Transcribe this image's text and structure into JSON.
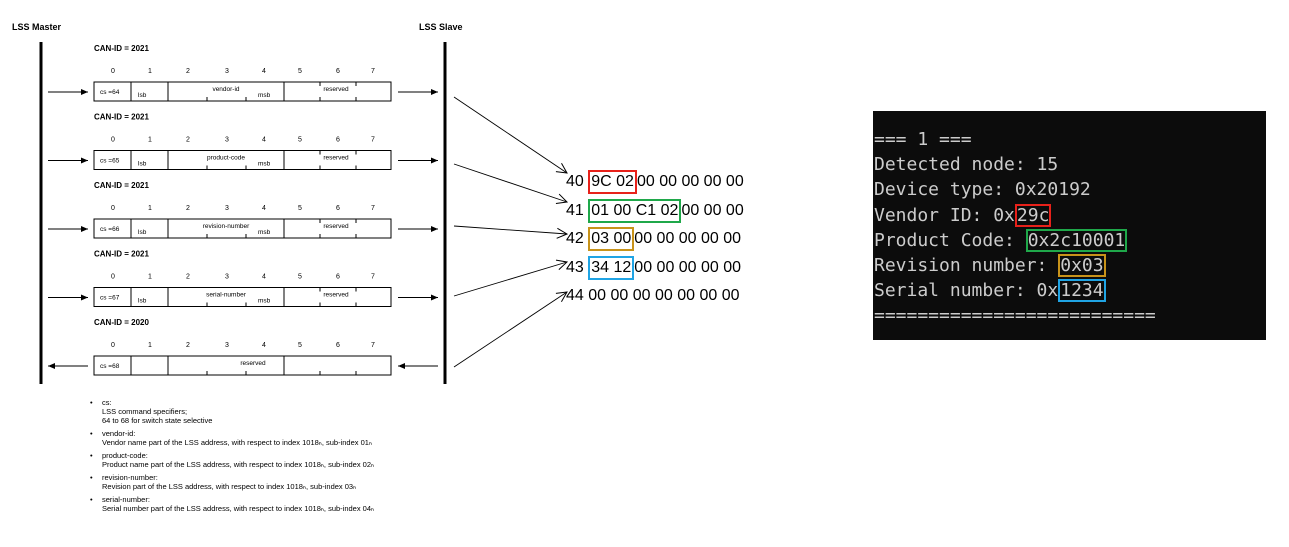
{
  "diagram": {
    "master_label": "LSS Master",
    "slave_label": "LSS Slave",
    "frames": [
      {
        "can_id": "CAN-ID = 2021",
        "byte_numbers": [
          "0",
          "1",
          "2",
          "3",
          "4",
          "5",
          "6",
          "7"
        ],
        "cs": "cs =64",
        "lsb": "lsb",
        "field": "vendor-id",
        "msb": "msb",
        "reserved": "reserved",
        "direction": "master-to-slave"
      },
      {
        "can_id": "CAN-ID = 2021",
        "byte_numbers": [
          "0",
          "1",
          "2",
          "3",
          "4",
          "5",
          "6",
          "7"
        ],
        "cs": "cs =65",
        "lsb": "lsb",
        "field": "product-code",
        "msb": "msb",
        "reserved": "reserved",
        "direction": "master-to-slave"
      },
      {
        "can_id": "CAN-ID = 2021",
        "byte_numbers": [
          "0",
          "1",
          "2",
          "3",
          "4",
          "5",
          "6",
          "7"
        ],
        "cs": "cs =66",
        "lsb": "lsb",
        "field": "revision-number",
        "msb": "msb",
        "reserved": "reserved",
        "direction": "master-to-slave"
      },
      {
        "can_id": "CAN-ID = 2021",
        "byte_numbers": [
          "0",
          "1",
          "2",
          "3",
          "4",
          "5",
          "6",
          "7"
        ],
        "cs": "cs =67",
        "lsb": "lsb",
        "field": "serial-number",
        "msb": "msb",
        "reserved": "reserved",
        "direction": "master-to-slave"
      },
      {
        "can_id": "CAN-ID = 2020",
        "byte_numbers": [
          "0",
          "1",
          "2",
          "3",
          "4",
          "5",
          "6",
          "7"
        ],
        "cs": "cs =68",
        "lsb": "",
        "field": "",
        "msb": "",
        "reserved": "reserved",
        "direction": "slave-to-master"
      }
    ],
    "notes": [
      {
        "term": "cs:",
        "lines": [
          "LSS command specifiers;",
          "64 to 68 for switch state selective"
        ]
      },
      {
        "term": "vendor-id:",
        "lines": [
          "Vendor name part of the LSS address, with respect to index 1018ₕ, sub-index 01ₕ"
        ]
      },
      {
        "term": "product-code:",
        "lines": [
          "Product name part of the LSS address, with respect to index 1018ₕ, sub-index 02ₕ"
        ]
      },
      {
        "term": "revision-number:",
        "lines": [
          "Revision part of the LSS address, with respect to index 1018ₕ, sub-index 03ₕ"
        ]
      },
      {
        "term": "serial-number:",
        "lines": [
          "Serial number part of the LSS address, with respect to index 1018ₕ, sub-index 04ₕ"
        ]
      }
    ]
  },
  "bytes": [
    {
      "cs": "40",
      "highlight": "9C 02",
      "rest": "00 00 00 00 00",
      "color": "red"
    },
    {
      "cs": "41",
      "highlight": "01 00 C1 02",
      "rest": "00 00 00",
      "color": "green"
    },
    {
      "cs": "42",
      "highlight": "03 00",
      "rest": "00 00 00 00 00",
      "color": "orange"
    },
    {
      "cs": "43",
      "highlight": "34 12",
      "rest": "00 00 00 00 00",
      "color": "blue"
    },
    {
      "cs": "44",
      "highlight": "",
      "rest": "00 00 00 00 00 00 00",
      "color": ""
    }
  ],
  "terminal": {
    "lines": [
      {
        "prefix": "=== 1 ===",
        "value": "",
        "suffix": "",
        "color": ""
      },
      {
        "prefix": "Detected node: 15",
        "value": "",
        "suffix": "",
        "color": ""
      },
      {
        "prefix": "Device type: 0x20192",
        "value": "",
        "suffix": "",
        "color": ""
      },
      {
        "prefix": "Vendor ID: 0x",
        "value": "29c",
        "suffix": "",
        "color": "red"
      },
      {
        "prefix": "Product Code: ",
        "value": "0x2c10001",
        "suffix": "",
        "color": "green"
      },
      {
        "prefix": "Revision number: ",
        "value": "0x03",
        "suffix": "",
        "color": "orange"
      },
      {
        "prefix": "Serial number: 0x",
        "value": "1234",
        "suffix": "",
        "color": "blue"
      },
      {
        "prefix": "==========================",
        "value": "",
        "suffix": "",
        "color": ""
      }
    ]
  },
  "colors": {
    "red": "#e8211a",
    "green": "#1fa84a",
    "orange": "#c8931a",
    "blue": "#20a4e4",
    "terminal_bg": "#0c0c0c",
    "terminal_text": "#cccccc"
  }
}
